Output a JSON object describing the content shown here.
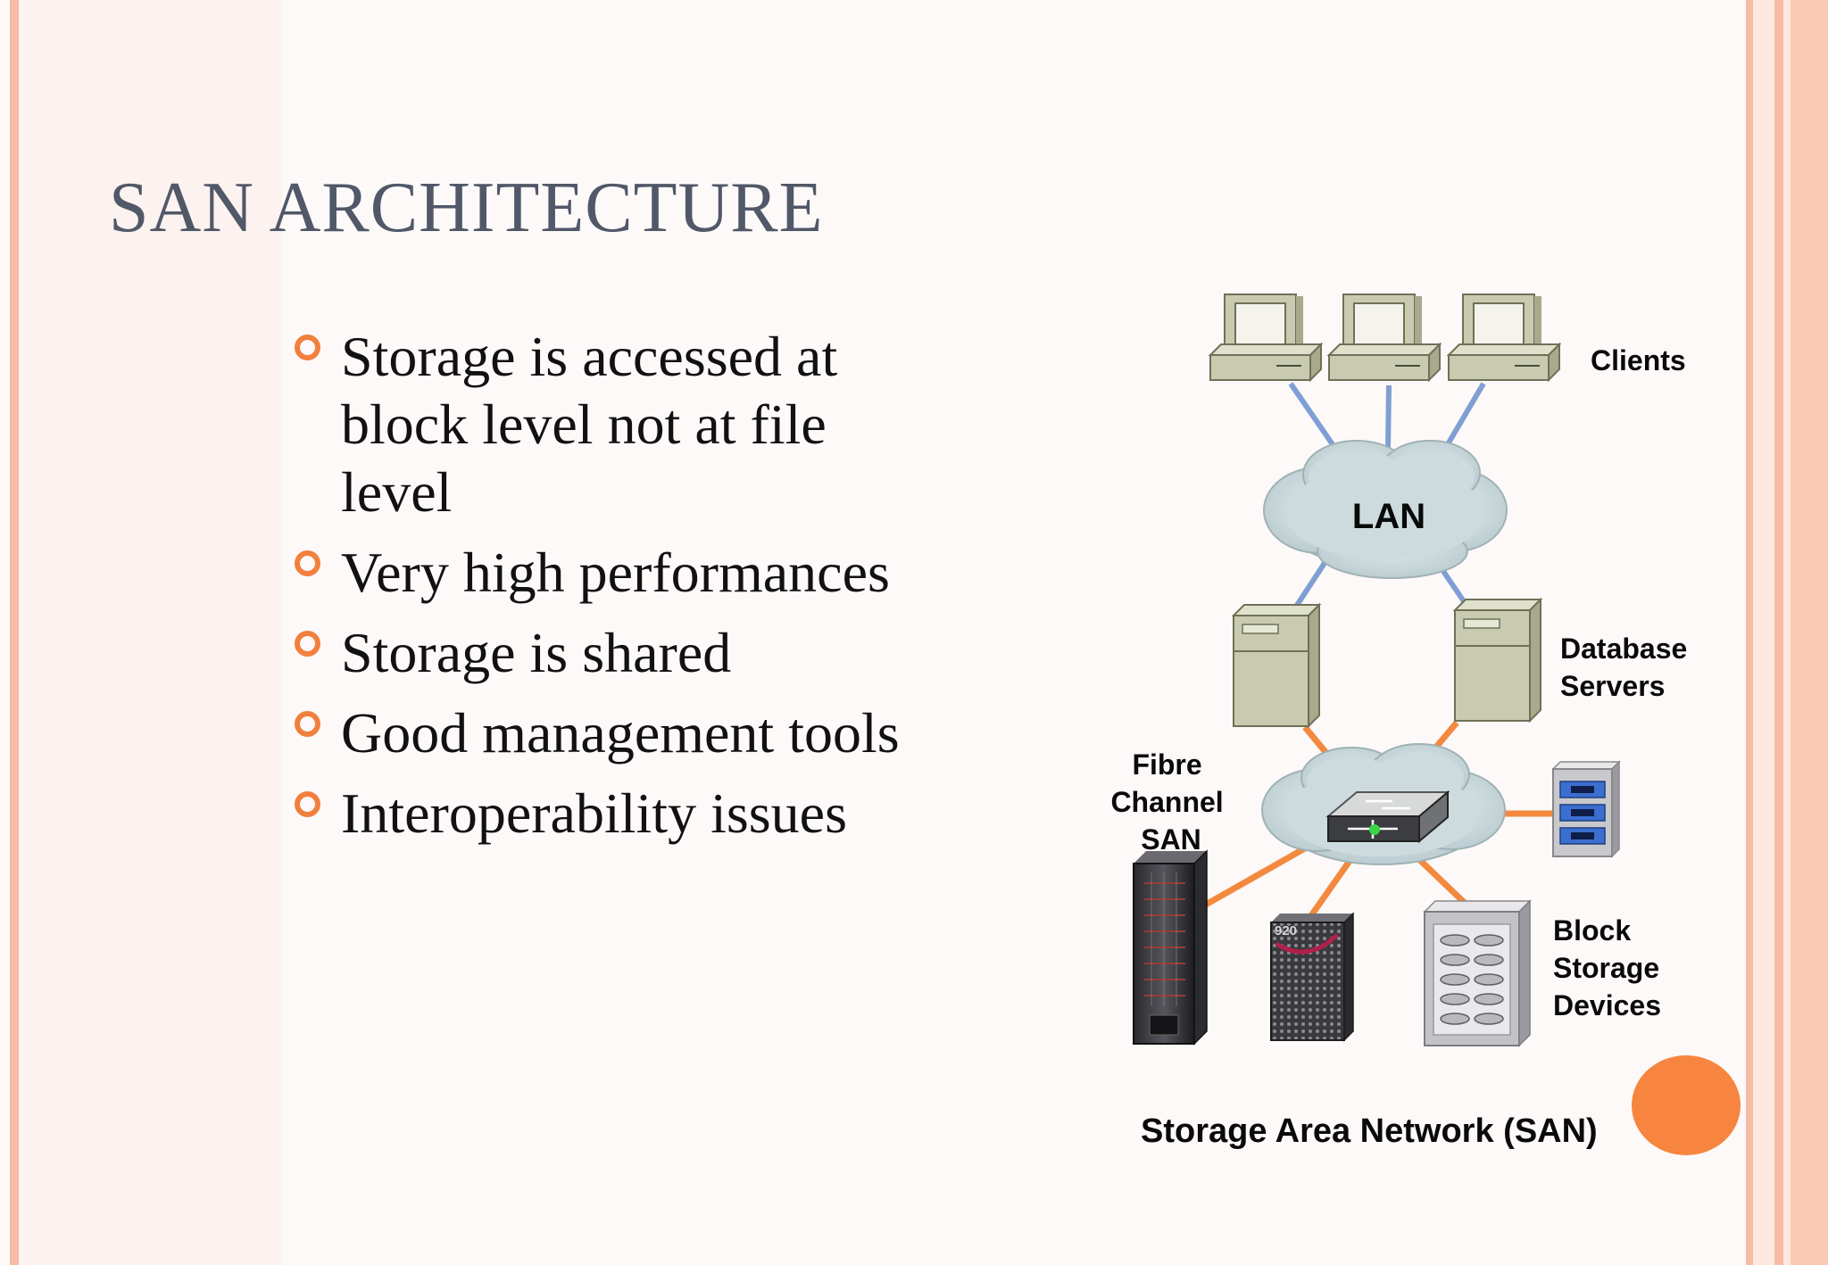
{
  "slide": {
    "title": "SAN ARCHITECTURE",
    "bullets": [
      "Storage is accessed at block level  not at file level",
      "Very high performances",
      "Storage is shared",
      "Good management tools",
      "Interoperability issues"
    ]
  },
  "diagram": {
    "clients_label": "Clients",
    "lan_label": "LAN",
    "db_servers_label": [
      "Database",
      "Servers"
    ],
    "fc_san_label": [
      "Fibre",
      "Channel",
      "SAN"
    ],
    "block_storage_label": [
      "Block",
      "Storage",
      "Devices"
    ],
    "caption": "Storage Area Network (SAN)",
    "storage_badge": "920"
  },
  "colors": {
    "accent_orange": "#f1803e",
    "border_salmon": "#f6bca4",
    "lan_link_blue": "#7f9fd4",
    "san_link_orange": "#f3893f",
    "cloud_fill": "#c7d6d9",
    "device_olive": "#c8cbb0",
    "title_gray": "#515868"
  }
}
